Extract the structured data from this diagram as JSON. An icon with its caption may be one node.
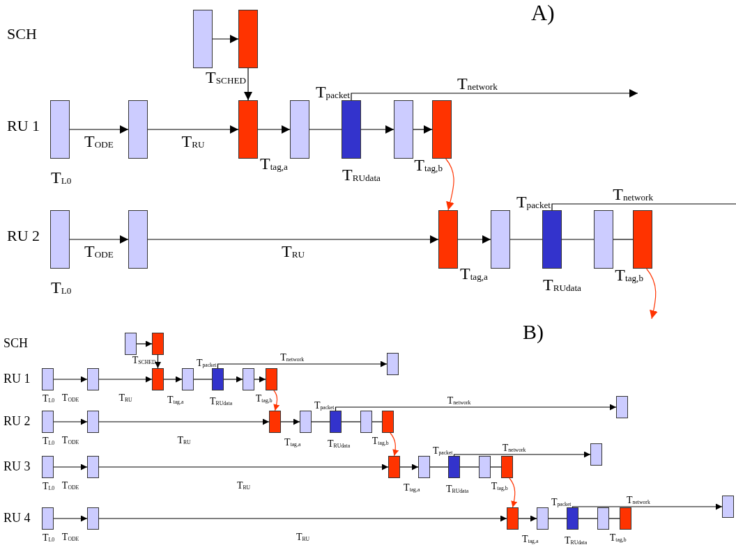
{
  "diagram": {
    "nodes": [
      {
        "text": [],
        "shape": "bar"
      },
      {
        "text": [],
        "shape": "bar"
      },
      {
        "text": [],
        "shape": "bar",
        "beside": [
          "T$_{L0}$"
        ]
      },
      {
        "text": [],
        "shape": "bar"
      },
      {
        "text": [],
        "shape": "bar",
        "beside": [
          "T$_{tag,a}$"
        ]
      },
      {
        "text": [],
        "shape": "bar"
      },
      {
        "text": [],
        "shape": "bar",
        "beside": [
          "T$_{packet}$",
          "T$_{RUdata}$"
        ]
      },
      {
        "text": [],
        "shape": "bar"
      },
      {
        "text": [],
        "shape": "bar",
        "beside": [
          "T$_{tag,b}$"
        ]
      },
      {
        "text": [],
        "shape": "bar",
        "beside": [
          "T$_{L0}$"
        ]
      },
      {
        "text": [],
        "shape": "bar"
      },
      {
        "text": [],
        "shape": "bar",
        "beside": [
          "T$_{tag,a}$"
        ]
      },
      {
        "text": [],
        "shape": "bar"
      },
      {
        "text": [],
        "shape": "bar",
        "beside": [
          "T$_{packet}$",
          "T$_{RUdata}$"
        ]
      },
      {
        "text": [],
        "shape": "bar"
      },
      {
        "text": [],
        "shape": "bar",
        "beside": [
          "T$_{tag,b}$"
        ]
      },
      {
        "text": [],
        "shape": "bar"
      },
      {
        "text": [],
        "shape": "bar"
      },
      {
        "text": [],
        "shape": "bar",
        "beside": [
          "T$_{L0}$"
        ]
      },
      {
        "text": [],
        "shape": "bar"
      },
      {
        "text": [],
        "shape": "bar",
        "beside": [
          "T$_{tag,a}$"
        ]
      },
      {
        "text": [],
        "shape": "bar"
      },
      {
        "text": [],
        "shape": "bar",
        "beside": [
          "T$_{packet}$",
          "T$_{RUdata}$"
        ]
      },
      {
        "text": [],
        "shape": "bar"
      },
      {
        "text": [],
        "shape": "bar",
        "beside": [
          "T$_{tag,b}$"
        ]
      },
      {
        "text": [],
        "shape": "bar"
      },
      {
        "text": [],
        "shape": "bar",
        "beside": [
          "T$_{L0}$"
        ]
      },
      {
        "text": [],
        "shape": "bar"
      },
      {
        "text": [],
        "shape": "bar",
        "beside": [
          "T$_{tag,a}$"
        ]
      },
      {
        "text": [],
        "shape": "bar"
      },
      {
        "text": [],
        "shape": "bar",
        "beside": [
          "T$_{packet}$",
          "T$_{RUdata}$"
        ]
      },
      {
        "text": [],
        "shape": "bar"
      },
      {
        "text": [],
        "shape": "bar",
        "beside": [
          "T$_{tag,b}$"
        ]
      },
      {
        "text": [],
        "shape": "bar"
      },
      {
        "text": [],
        "shape": "bar",
        "beside": [
          "T$_{L0}$"
        ]
      },
      {
        "text": [],
        "shape": "bar"
      },
      {
        "text": [],
        "shape": "bar",
        "beside": [
          "T$_{tag,a}$"
        ]
      },
      {
        "text": [],
        "shape": "bar"
      },
      {
        "text": [],
        "shape": "bar",
        "beside": [
          "T$_{packet}$",
          "T$_{RUdata}$"
        ]
      },
      {
        "text": [],
        "shape": "bar"
      },
      {
        "text": [],
        "shape": "bar",
        "beside": [
          "T$_{tag,b}$"
        ]
      },
      {
        "text": [],
        "shape": "bar"
      },
      {
        "text": [],
        "shape": "bar",
        "beside": [
          "T$_{L0}$"
        ]
      },
      {
        "text": [],
        "shape": "bar"
      },
      {
        "text": [],
        "shape": "bar",
        "beside": [
          "T$_{tag,a}$"
        ]
      },
      {
        "text": [],
        "shape": "bar"
      },
      {
        "text": [],
        "shape": "bar",
        "beside": [
          "T$_{packet}$",
          "T$_{RUdata}$"
        ]
      },
      {
        "text": [],
        "shape": "bar"
      },
      {
        "text": [],
        "shape": "bar",
        "beside": [
          "T$_{tag,b}$"
        ]
      },
      {
        "text": [],
        "shape": "bar"
      }
    ],
    "edges": [
      {
        "from": 0,
        "to": 1,
        "arrow": "to"
      },
      {
        "from": 1,
        "to": 4,
        "arrow": "to",
        "label": "T$_{SCHED}$"
      },
      {
        "from": 2,
        "to": 3,
        "arrow": "to",
        "label": "T$_{ODE}$"
      },
      {
        "from": 3,
        "to": 4,
        "arrow": "to",
        "label": "T$_{RU}$"
      },
      {
        "from": 4,
        "to": 5,
        "arrow": "to"
      },
      {
        "from": 5,
        "to": 6,
        "arrow": "none"
      },
      {
        "from": 6,
        "to": 7,
        "arrow": "to"
      },
      {
        "from": 7,
        "to": 8,
        "arrow": "to"
      },
      {
        "from": 6,
        "to": null,
        "arrow": "to",
        "label": "T$_{network}$"
      },
      {
        "from": 8,
        "to": 11,
        "arrow": "to",
        "color": "#ff3300"
      },
      {
        "from": 9,
        "to": 10,
        "arrow": "to",
        "label": "T$_{ODE}$"
      },
      {
        "from": 10,
        "to": 11,
        "arrow": "to",
        "label": "T$_{RU}$"
      },
      {
        "from": 11,
        "to": 12,
        "arrow": "to"
      },
      {
        "from": 12,
        "to": 13,
        "arrow": "none"
      },
      {
        "from": 13,
        "to": 14,
        "arrow": "none"
      },
      {
        "from": 14,
        "to": 15,
        "arrow": "none"
      },
      {
        "from": 13,
        "to": null,
        "arrow": "none",
        "label": "T$_{network}$"
      },
      {
        "from": 15,
        "to": null,
        "arrow": "to",
        "color": "#ff3300"
      },
      {
        "from": 16,
        "to": 17,
        "arrow": "to"
      },
      {
        "from": 17,
        "to": 20,
        "arrow": "to",
        "label": "T$_{SCHED}$"
      },
      {
        "from": 18,
        "to": 19,
        "arrow": "to",
        "label": "T$_{ODE}$"
      },
      {
        "from": 19,
        "to": 20,
        "arrow": "to",
        "label": "T$_{RU}$"
      },
      {
        "from": 20,
        "to": 21,
        "arrow": "to"
      },
      {
        "from": 21,
        "to": 22,
        "arrow": "none"
      },
      {
        "from": 22,
        "to": 23,
        "arrow": "to"
      },
      {
        "from": 23,
        "to": 24,
        "arrow": "to"
      },
      {
        "from": 22,
        "to": 25,
        "arrow": "to",
        "label": "T$_{network}$"
      },
      {
        "from": 24,
        "to": 28,
        "arrow": "to",
        "color": "#ff3300"
      },
      {
        "from": 26,
        "to": 27,
        "arrow": "to",
        "label": "T$_{ODE}$"
      },
      {
        "from": 27,
        "to": 28,
        "arrow": "to",
        "label": "T$_{RU}$"
      },
      {
        "from": 28,
        "to": 29,
        "arrow": "to"
      },
      {
        "from": 29,
        "to": 30,
        "arrow": "none"
      },
      {
        "from": 30,
        "to": 31,
        "arrow": "none"
      },
      {
        "from": 31,
        "to": 32,
        "arrow": "none"
      },
      {
        "from": 30,
        "to": 33,
        "arrow": "to",
        "label": "T$_{network}$"
      },
      {
        "from": 32,
        "to": 36,
        "arrow": "to",
        "color": "#ff3300"
      },
      {
        "from": 34,
        "to": 35,
        "arrow": "to",
        "label": "T$_{ODE}$"
      },
      {
        "from": 35,
        "to": 36,
        "arrow": "to",
        "label": "T$_{RU}$"
      },
      {
        "from": 36,
        "to": 37,
        "arrow": "to"
      },
      {
        "from": 37,
        "to": 38,
        "arrow": "none"
      },
      {
        "from": 38,
        "to": 39,
        "arrow": "none"
      },
      {
        "from": 39,
        "to": 40,
        "arrow": "none"
      },
      {
        "from": 38,
        "to": 41,
        "arrow": "to",
        "label": "T$_{network}$"
      },
      {
        "from": 40,
        "to": 44,
        "arrow": "to",
        "color": "#ff3300"
      },
      {
        "from": 42,
        "to": 43,
        "arrow": "to",
        "label": "T$_{ODE}$"
      },
      {
        "from": 43,
        "to": 44,
        "arrow": "to",
        "label": "T$_{RU}$"
      },
      {
        "from": 44,
        "to": 45,
        "arrow": "to"
      },
      {
        "from": 45,
        "to": 46,
        "arrow": "none"
      },
      {
        "from": 46,
        "to": 47,
        "arrow": "none"
      },
      {
        "from": 47,
        "to": 48,
        "arrow": "none"
      },
      {
        "from": 46,
        "to": 49,
        "arrow": "to",
        "label": "T$_{network}$"
      }
    ],
    "labels": [
      "A)",
      "SCH",
      "RU 1",
      "RU 2",
      "B)",
      "SCH",
      "RU 1",
      "RU 2",
      "RU 3",
      "RU 4"
    ]
  }
}
